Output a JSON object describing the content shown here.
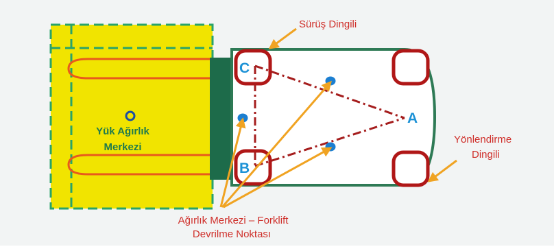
{
  "labels": {
    "drive_axle": "Sürüş Dingili",
    "steer_axle_line1": "Yönlendirme",
    "steer_axle_line2": "Dingili",
    "load_cg_line1": "Yük Ağırlık",
    "load_cg_line2": "Merkezi",
    "tipover_line1": "Ağırlık Merkezi – Forklift",
    "tipover_line2": "Devrilme Noktası",
    "point_a": "A",
    "point_b": "B",
    "point_c": "C"
  },
  "colors": {
    "load": "#f1e400",
    "load_border": "#29a36a",
    "fork": "#e85a1c",
    "mast": "#1d6b4a",
    "chassis": "#2e7a55",
    "wheel": "#b01717",
    "dash": "#a51d1d",
    "arrow": "#f0a322",
    "point_text": "#1d92d6",
    "label_red": "#cf2f2a",
    "label_green": "#1f7a4d",
    "dot": "#1c7fd1"
  },
  "icons": {
    "cg_dot": "circle-dot-icon",
    "arrow": "arrow-icon"
  }
}
